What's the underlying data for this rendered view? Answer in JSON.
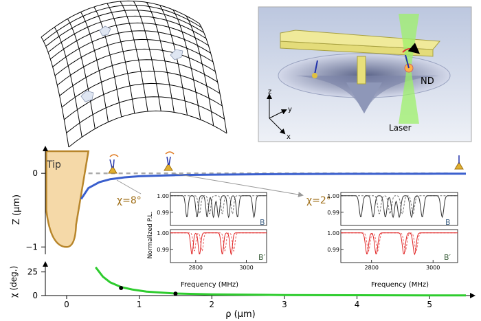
{
  "rendering": {
    "labels": {
      "tip": "Tip",
      "nd": "ND",
      "laser": "Laser",
      "axis_z": "z",
      "axis_y": "y",
      "axis_x": "x",
      "chi_left": "χ=8°",
      "chi_right": "χ=2°",
      "y_label_top": "Z (μm)",
      "y_label_bottom": "χ (deg.)",
      "x_label_bottom": "ρ (μm)",
      "y_label_inset": "Normalized P.L.",
      "x_label_inset": "Frequency (MHz)",
      "inset_B": "B",
      "inset_Bprime": "B′"
    },
    "colors": {
      "surface": "#3a5fcd",
      "tip_fill": "#f5d9a8",
      "tip_edge": "#b8862b",
      "chi_curve": "#2ecc2e",
      "inset_B": "#333333",
      "inset_Bprime": "#e02020",
      "chi_text": "#a0701a"
    }
  },
  "chart_data": [
    {
      "type": "line",
      "name": "surface profile",
      "ylabel": "Z (μm)",
      "xlim": [
        -0.35,
        5.5
      ],
      "ylim": [
        -1.1,
        0.3
      ],
      "y_ticks": [
        0,
        -1
      ],
      "x": [
        0.2,
        0.3,
        0.45,
        0.6,
        0.8,
        1.0,
        1.5,
        2.0,
        3.0,
        4.0,
        5.0,
        5.5
      ],
      "y": [
        -0.35,
        -0.2,
        -0.12,
        -0.08,
        -0.055,
        -0.04,
        -0.025,
        -0.018,
        -0.01,
        -0.007,
        -0.005,
        -0.004
      ]
    },
    {
      "type": "line",
      "name": "tilt angle",
      "xlabel": "ρ (μm)",
      "ylabel": "χ (deg.)",
      "xlim": [
        -0.35,
        5.5
      ],
      "ylim": [
        0,
        32
      ],
      "x_ticks": [
        0,
        1,
        2,
        3,
        4,
        5
      ],
      "y_ticks": [
        0,
        25
      ],
      "x": [
        0.4,
        0.5,
        0.6,
        0.75,
        0.9,
        1.1,
        1.5,
        2.0,
        3.0,
        4.0,
        5.0,
        5.5
      ],
      "y": [
        30,
        20,
        14,
        9,
        6.5,
        4.2,
        2.2,
        1.3,
        0.6,
        0.35,
        0.2,
        0.15
      ],
      "markers": [
        {
          "x": 0.75,
          "y": 8
        },
        {
          "x": 1.5,
          "y": 2
        }
      ]
    },
    {
      "type": "line",
      "name": "inset spectra",
      "xlabel": "Frequency (MHz)",
      "ylabel": "Normalized P.L.",
      "xlim": [
        2700,
        3080
      ],
      "ylim": [
        0.982,
        1.002
      ],
      "x_ticks": [
        2800,
        3000
      ],
      "y_ticks": [
        1.0,
        0.99
      ],
      "panels": [
        {
          "chi": "8°",
          "field": "B",
          "dips_solid": [
            2765,
            2805,
            2845,
            2870,
            2890,
            2930,
            2965,
            3030
          ],
          "dips_dashed": [
            2815,
            2855,
            2905,
            2945
          ]
        },
        {
          "chi": "8°",
          "field": "B′",
          "dips_solid": [
            2785,
            2815,
            2905,
            2940
          ],
          "dips_dashed": [
            2795,
            2825,
            2915,
            2950
          ]
        },
        {
          "chi": "2°",
          "field": "B",
          "dips_solid": [
            2765,
            2805,
            2845,
            2870,
            2890,
            2930,
            2965,
            3030
          ],
          "dips_dashed": [
            2825,
            2860,
            2900,
            2935
          ]
        },
        {
          "chi": "2°",
          "field": "B′",
          "dips_solid": [
            2785,
            2815,
            2905,
            2940
          ],
          "dips_dashed": [
            2790,
            2820,
            2910,
            2945
          ]
        }
      ]
    }
  ]
}
